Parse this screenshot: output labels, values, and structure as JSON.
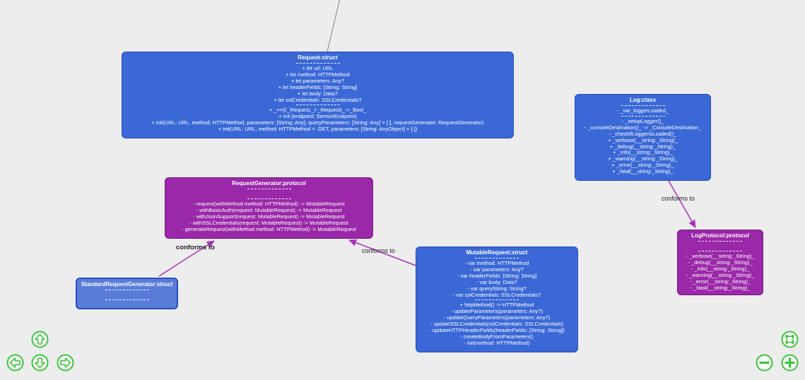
{
  "colors": {
    "background": "#ededed",
    "struct_fill": "#3a68d6",
    "struct_border": "#2a4cb8",
    "protocol_fill": "#9a28a8",
    "protocol_border": "#731a80",
    "lightblue_fill": "#5a7cd9",
    "lightblue_border": "#2c4cc0",
    "edge_purple": "#a832b8",
    "edge_gray": "#8f8f8f",
    "control_green": "#3cc23c",
    "box_text": "#ffffff",
    "label_text": "#222222"
  },
  "nodes": [
    {
      "id": "request",
      "title": "Request:",
      "kind": "struct",
      "rows": [
        "---",
        "+ let url: URL",
        "+ let method: HTTPMethod",
        "+ let parameters: Any?",
        "+ let headerFields: [String: String]",
        "+ let body: Data?",
        "+ let sslCredentials: SSLCredentials?",
        "---",
        "+ _==(l:_Request,_r:_Request)_->_Bool_",
        "+ init (endpoint: ServiceEndpoint)",
        "+ init(URL: URL, method: HTTPMethod, parameters: [String: Any], queryParameters: [String: Any] = [:], requestGenerator: RequestGenerator)",
        "+ init(URL: URL, method: HTTPMethod = .GET, parameters: [String: AnyObject] = [:])"
      ]
    },
    {
      "id": "log",
      "title": "Log:",
      "kind": "class",
      "rows": [
        "---",
        "- _var_loggerLoaded_",
        "---",
        "- _setupLogger()_",
        "- _consoleDestination()_ -> _ConsoleDestination_",
        "- _checkIfLoggerIsLoaded()_",
        "+ _verbose(__string:_String)_",
        "+ _debug(__string:_String)_",
        "+ _info(__string:_String)_",
        "+ _warning(__string:_String)_",
        "+ _error(__string:_String)_",
        "+ _fatal(__string:_String)_"
      ]
    },
    {
      "id": "request-generator",
      "title": "RequestGenerator:",
      "kind": "protocol",
      "rows": [
        "---",
        "",
        "---",
        "- request(withMethod method: HTTPMethod) -> MutableRequest",
        "- withBasicAuth(request: MutableRequest) -> MutableRequest",
        "- withJsonSupport(request: MutableRequest) -> MutableRequest",
        "- withSSLCredentials(request: MutableRequest) -> MutableRequest",
        "- generateRequest(withMethod method: HTTPMethod) -> MutableRequest"
      ]
    },
    {
      "id": "mutable-request",
      "title": "MutableRequest:",
      "kind": "struct",
      "rows": [
        "---",
        "- var method: HTTPMethod",
        "- var parameters: Any?",
        "- var headerFields: [String: String]",
        "- var body: Data?",
        "- var queryString: String?",
        "- var sslCredentials: SSLCredentials?",
        "---",
        "+ httpMethod() -> HTTPMethod",
        "- updateParameters(parameters: Any?)",
        "- updateQueryParameters(parameters: Any?)",
        "- updateSSLCredentials(sslCredentials: SSLCredentials)",
        "- updateHTTPHeaderFields(headerFields: [String: String])",
        "- createBodyFromParameters()",
        "- init(method: HTTPMethod)"
      ]
    },
    {
      "id": "standard-request-generator",
      "title": "StandardRequestGenerator:",
      "kind": "struct",
      "rows": [
        "---",
        "",
        "---"
      ]
    },
    {
      "id": "log-protocol",
      "title": "LogProtocol:",
      "kind": "protocol",
      "rows": [
        "---",
        "",
        "---",
        "- _verbose(__string:_String)_",
        "- _debug(__string:_String)_",
        "- _info(__string:_String)_",
        "- _warning(__string:_String)_",
        "- _error(__string:_String)_",
        "- _fatal(__string:_String)_"
      ]
    }
  ],
  "edges": [
    {
      "name": "edge-external-to-request",
      "label": ""
    },
    {
      "name": "edge-standardrequestgenerator-to-requestgenerator",
      "label": "conforms to"
    },
    {
      "name": "edge-mutablerequest-to-requestgenerator",
      "label": "conforms to"
    },
    {
      "name": "edge-log-to-logprotocol",
      "label": "conforms to"
    }
  ],
  "controls": {
    "pan_up_icon": "arrow-up",
    "pan_left_icon": "arrow-left",
    "pan_down_icon": "arrow-down",
    "pan_right_icon": "arrow-right",
    "fit_icon": "fit-to-view",
    "zoom_out_icon": "minus",
    "zoom_in_icon": "plus"
  }
}
